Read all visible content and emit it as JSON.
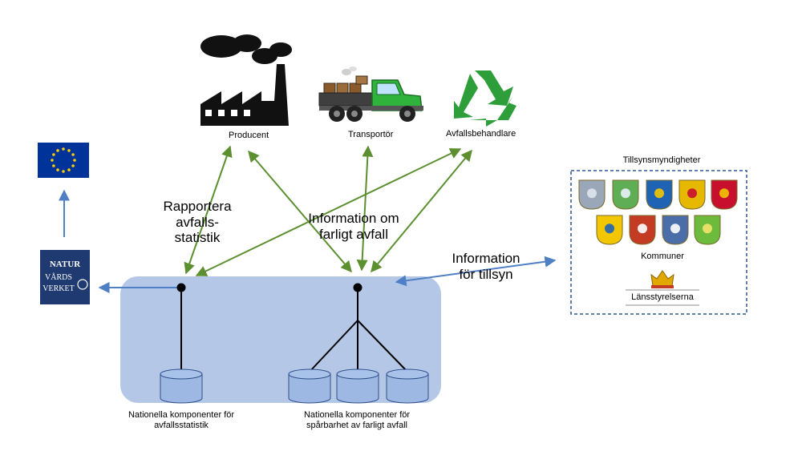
{
  "actors": {
    "producent": "Producent",
    "transportor": "Transportör",
    "avfallsbehandlare": "Avfallsbehandlare"
  },
  "flows": {
    "rapportera_line1": "Rapportera",
    "rapportera_line2": "avfalls-",
    "rapportera_line3": "statistik",
    "info_farligt_line1": "Information om",
    "info_farligt_line2": "farligt avfall",
    "info_tillsyn_line1": "Information",
    "info_tillsyn_line2": "för  tillsyn"
  },
  "components": {
    "stat_line1": "Nationella  komponenter  för",
    "stat_line2": "avfallsstatistik",
    "trace_line1": "Nationella  komponenter   för",
    "trace_line2": "spårbarhet av farligt avfall"
  },
  "authorities": {
    "title": "Tillsynsmyndigheter",
    "kommuner": "Kommuner",
    "lansstyrelserna": "Länsstyrelserna"
  },
  "naturvardsverket": {
    "line1": "NATUR",
    "line2": "VÅRDS",
    "line3": "VERKET"
  },
  "colors": {
    "green_arrow": "#5b8f2f",
    "blue_arrow": "#4f7fc4",
    "panel_fill": "#b4c7e7",
    "cylinder_fill": "#9db8e3",
    "eu_blue": "#003399",
    "eu_star": "#ffcc00",
    "nv_blue": "#1f3a70",
    "recycle_green": "#2e9e3a",
    "truck_green": "#2fb33c"
  }
}
